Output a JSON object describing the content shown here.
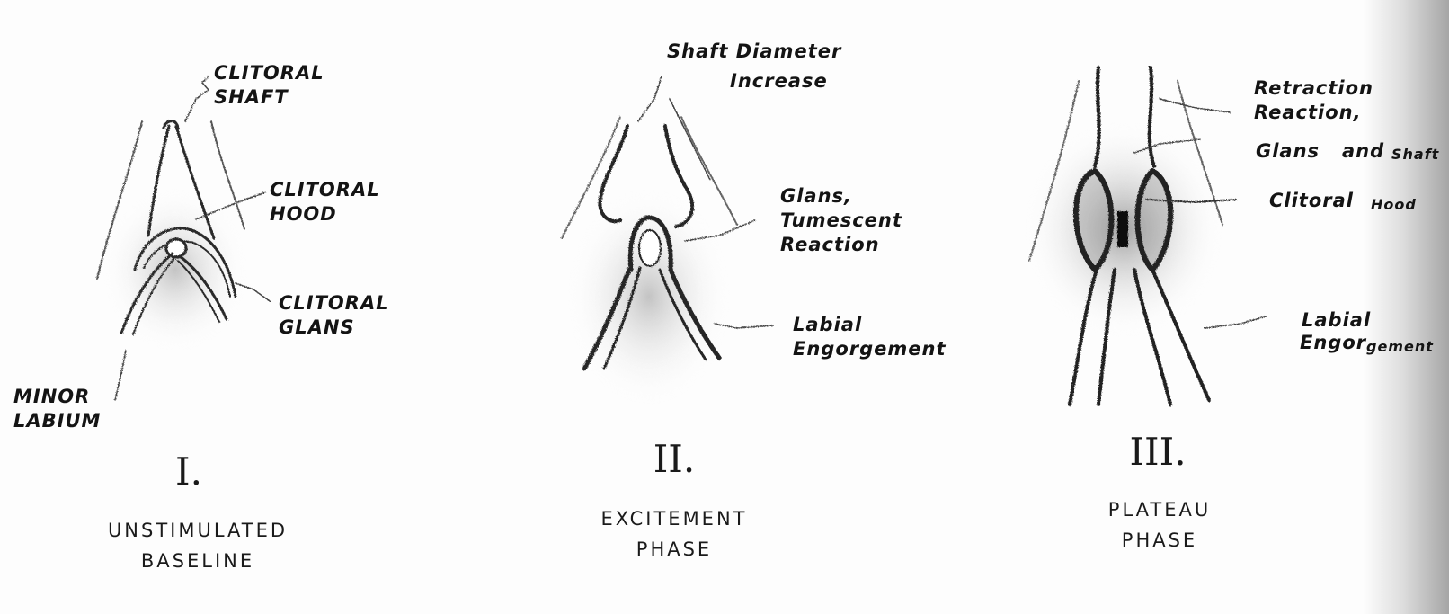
{
  "panels": [
    {
      "numeral": "I.",
      "caption": "UNSTIMULATED\nBASELINE",
      "labels": {
        "shaft": "CLITORAL\nSHAFT",
        "hood": "CLITORAL\nHOOD",
        "glans": "CLITORAL\nGLANS",
        "labium": "MINOR\nLABIUM"
      }
    },
    {
      "numeral": "II.",
      "caption": "EXCITEMENT\nPHASE",
      "labels": {
        "shaft_line1": "Shaft Diameter",
        "shaft_line2": "Increase",
        "glans": "Glans,\nTumescent\nReaction",
        "labial": "Labial\nEngorgement"
      }
    },
    {
      "numeral": "III.",
      "caption": "PLATEAU\nPHASE",
      "labels": {
        "retraction": "Retraction\nReaction,",
        "glans_shaft_a": "Glans",
        "glans_shaft_b": "and",
        "glans_shaft_c": "Shaft",
        "hood_a": "Clitoral",
        "hood_b": "Hood",
        "labial_a": "Labial",
        "labial_b": "Engor",
        "labial_c": "gement"
      }
    }
  ]
}
